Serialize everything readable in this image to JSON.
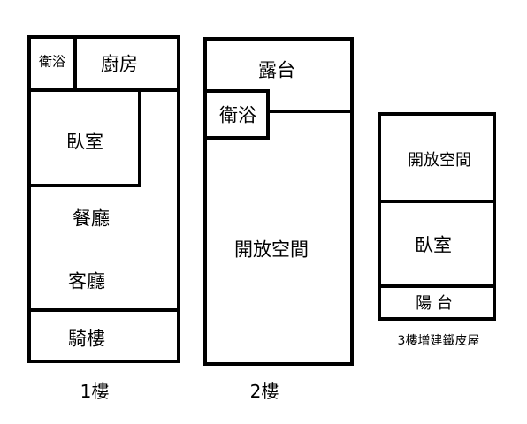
{
  "floor1": {
    "bathroom": "衛浴",
    "kitchen": "廚房",
    "bedroom": "臥室",
    "dining": "餐廳",
    "living": "客廳",
    "arcade": "騎樓",
    "caption": "1樓"
  },
  "floor2": {
    "terrace": "露台",
    "bathroom": "衛浴",
    "open_space": "開放空間",
    "caption": "2樓"
  },
  "floor3": {
    "open_space": "開放空間",
    "bedroom": "臥室",
    "balcony": "陽 台",
    "caption": "3樓增建鐵皮屋"
  }
}
